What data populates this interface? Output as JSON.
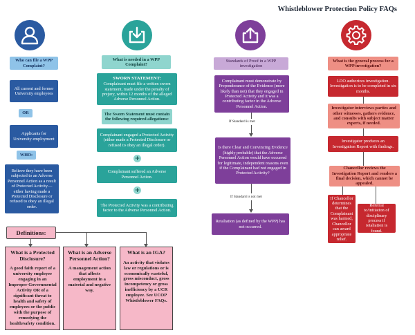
{
  "title": "Whistleblower Protection Policy FAQs",
  "colors": {
    "blue": "#2a5aa1",
    "teal": "#2aa39a",
    "purple": "#7e3f9a",
    "red": "#c6282f",
    "pink": "#f6b8c8"
  },
  "icons": [
    "user-icon",
    "download-tray-icon",
    "upload-tray-icon",
    "gear-icon"
  ],
  "col1": {
    "heading": "Who can file a WPP Complaint?",
    "box1": "All current and former University employees",
    "or": "OR",
    "box2": "Applicants for University employment",
    "who": "WHO:",
    "box3": "Believe they have been subjected to an Adverse Personnel Action as a result of Protected Activity—either having made a Protected Disclosure or refused to obey an illegal order."
  },
  "col2": {
    "heading": "What is needed in a WPP Complaint?",
    "sworn_title": "SWORN STATEMENT:",
    "sworn_text": "Complainant must file a written sworn statement, made under the penalty of prejury, within 12 months of the alleged Adverse Personnel Action.",
    "allegations": "The Sworn Statement must contain the following required allegations:",
    "a1": "Complainant engaged a Protected Activity (either made a Protected Disclosure or refused to obey an illegal order).",
    "a2": "Complainant suffered an Adverse Personnel Action.",
    "a3": "The Protected Activity was a contributing factor to the Adverse Personnel Action."
  },
  "col3": {
    "heading": "Standards of Proof in a WPP investigation",
    "s1": "Complainant must demonstrate by Preponderance of the Evidence (more likely than not) that they engaged in Protected Activity and it was a contributing factor in the Adverse Personnel Action.",
    "met": "If Standard is met",
    "s2": "Is there Clear and Convincing Evidence (highly probable) that the Adverse Personnel Action would have occurred for legitimate, independent reasons even if the Complainant had not engaged in Protected Activity?",
    "not_met": "If Standard is not met",
    "s3": "Retaliation (as defined by the WPP) has not occurred."
  },
  "col4": {
    "heading": "What is the general process for a WPP investigation?",
    "p1": "LDO authorizes investigation. Investigation is to be completed in six months.",
    "p2": "Investigator interviews parties and other witnesses, gathers evidence, and consults with subject matter experts, if needed.",
    "p3": "Investigator produces an Investigation Report with findings.",
    "p4": "Chancellor reviews the Investigation Report and renders a final decision, which cannot be appealed.",
    "p5": "If Chancellor determines that the Complainant was harmed, Chancellor can award appropriate relief.",
    "p6": "Referral to/initiation of disciplinary process if retaliation is found."
  },
  "definitions": {
    "heading": "Definitions:",
    "d1_title": "What is a Protected Disclosure?",
    "d1_text": "A good faith report of a university employee engaging in an Improper Governmental Activity OR of a significant threat to health and safety of employees or the public with the purpose of remedying the health/safety condition.",
    "d2_title": "What is an Adverse Personnel Action?",
    "d2_text": "A management action that affects employment in a material and negative way.",
    "d3_title": "What is an IGA?",
    "d3_text": "An activity that violates law or regulations or is economically wasteful, gross misconduct, gross incompetency or gross inefficiency by a UCR employee. See UCOP Whistleblower FAQs."
  }
}
